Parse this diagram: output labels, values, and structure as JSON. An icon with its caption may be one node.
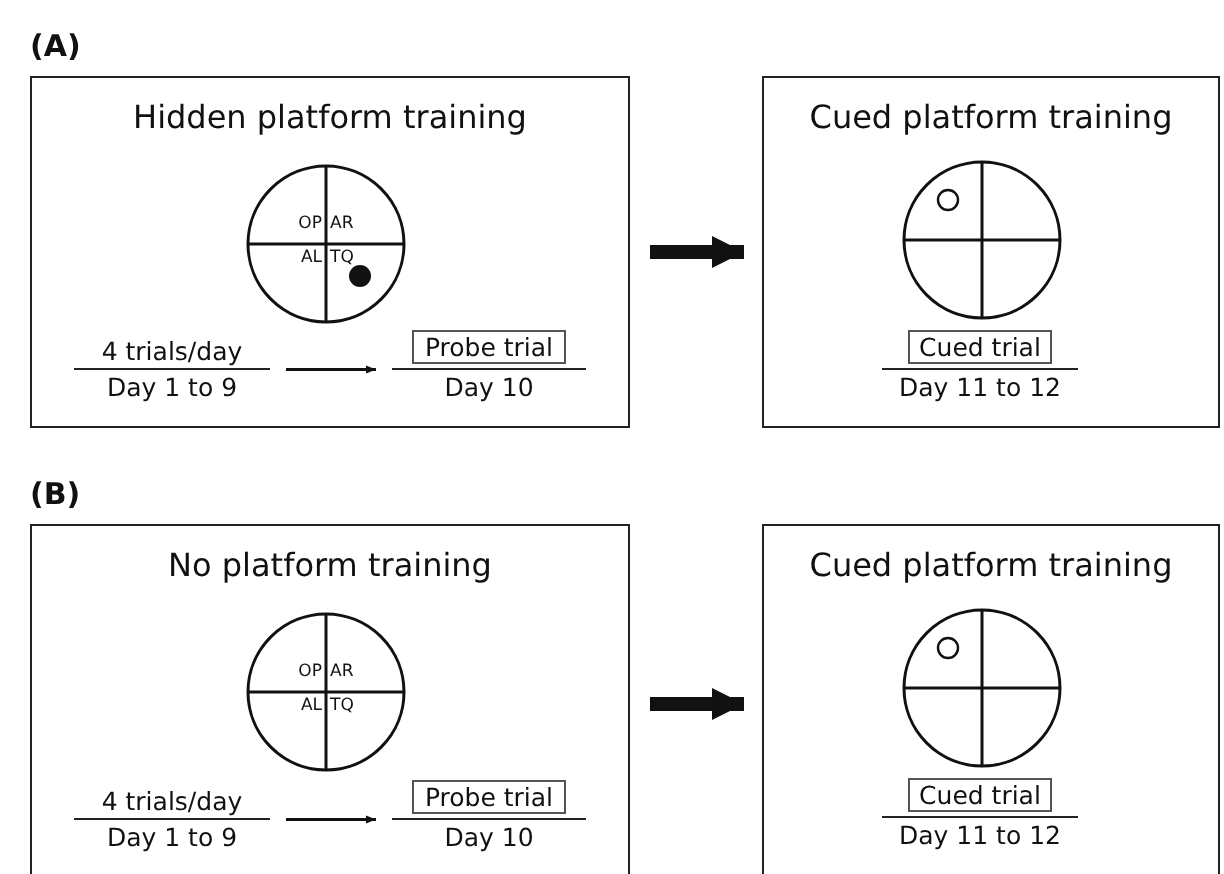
{
  "diagram": {
    "nodes": [
      {
        "text": [
          "Hidden platform training"
        ]
      },
      {
        "text": [
          "OP",
          "AR",
          "AL",
          "TQ"
        ],
        "in": 0
      },
      {
        "text": [
          "4 trials/day",
          "Day 1 to 9"
        ],
        "in": 0
      },
      {
        "text": [
          "Probe trial",
          "Day 10"
        ],
        "in": 0
      },
      {
        "text": [
          "Cued platform training"
        ]
      },
      {
        "text": [],
        "shape": "circle",
        "in": 4
      },
      {
        "text": [
          "Cued trial",
          "Day 11 to 12"
        ],
        "in": 4
      },
      {
        "text": [
          "No platform training"
        ]
      },
      {
        "text": [
          "OP",
          "AR",
          "AL",
          "TQ"
        ],
        "in": 7
      },
      {
        "text": [
          "4 trials/day",
          "Day 1 to 9"
        ],
        "in": 7
      },
      {
        "text": [
          "Probe trial",
          "Day 10"
        ],
        "in": 7
      },
      {
        "text": [
          "Cued platform training"
        ]
      },
      {
        "text": [],
        "shape": "circle",
        "in": 11
      },
      {
        "text": [
          "Cued trial",
          "Day 11 to 12"
        ],
        "in": 11
      }
    ],
    "edges": [
      {
        "from": 2,
        "to": 3,
        "arrow": "to"
      },
      {
        "from": 0,
        "to": 4,
        "arrow": "to",
        "style": "thick"
      },
      {
        "from": 9,
        "to": 10,
        "arrow": "to"
      },
      {
        "from": 7,
        "to": 11,
        "arrow": "to",
        "style": "thick"
      }
    ],
    "labels": [
      "(A)",
      "(B)"
    ]
  }
}
